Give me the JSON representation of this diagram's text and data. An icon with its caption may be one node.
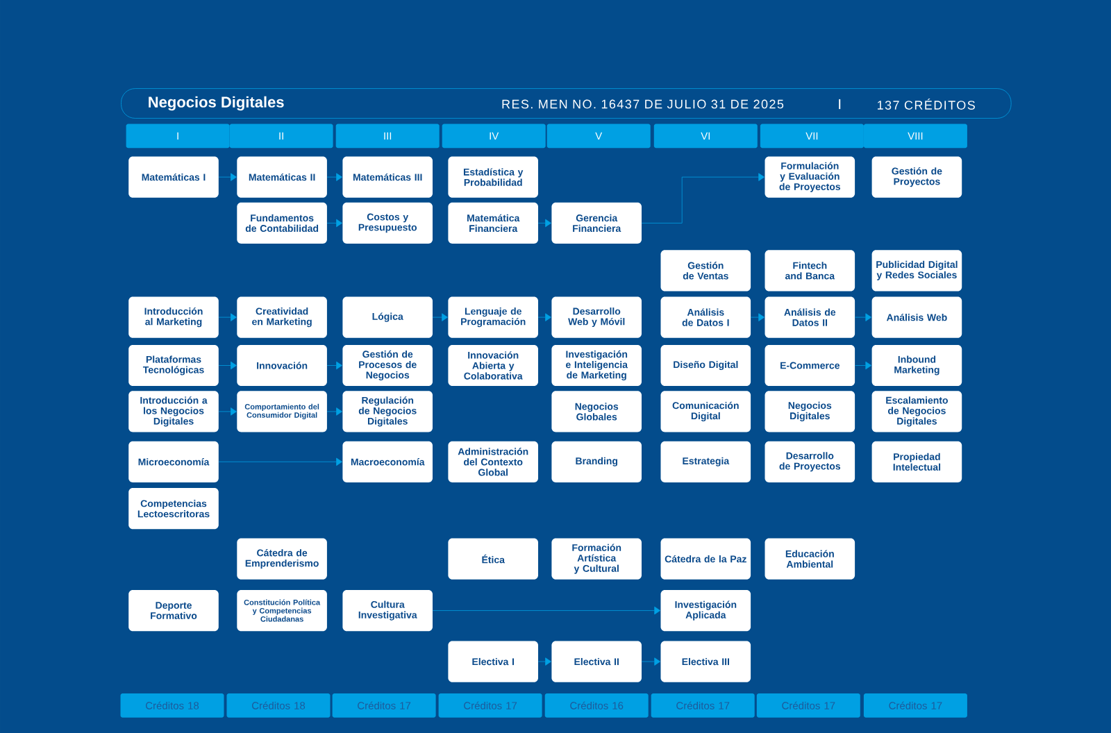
{
  "diagram": {
    "title": "Negocios Digitales",
    "nodes": [
      {
        "text": [
          "I"
        ]
      },
      {
        "text": [
          "II"
        ]
      },
      {
        "text": [
          "III"
        ]
      },
      {
        "text": [
          "IV"
        ]
      },
      {
        "text": [
          "V"
        ]
      },
      {
        "text": [
          "VI"
        ]
      },
      {
        "text": [
          "VII"
        ]
      },
      {
        "text": [
          "VIII"
        ]
      },
      {
        "text": [
          "Matemáticas I"
        ]
      },
      {
        "text": [
          "Matemáticas II"
        ]
      },
      {
        "text": [
          "Matemáticas III"
        ]
      },
      {
        "text": [
          "Estadística y Probabilidad"
        ]
      },
      {
        "text": [
          "Formulación y Evaluación de Proyectos"
        ]
      },
      {
        "text": [
          "Gestión de Proyectos"
        ]
      },
      {
        "text": [
          "Fundamentos de Contabilidad"
        ]
      },
      {
        "text": [
          "Costos y Presupuesto"
        ]
      },
      {
        "text": [
          "Matemática Financiera"
        ]
      },
      {
        "text": [
          "Gerencia Financiera"
        ]
      },
      {
        "text": [
          "Gestión de Ventas"
        ]
      },
      {
        "text": [
          "Fintech and Banca"
        ]
      },
      {
        "text": [
          "Publicidad Digital y Redes Sociales"
        ]
      },
      {
        "text": [
          "Introducción al Marketing"
        ]
      },
      {
        "text": [
          "Creatividad en Marketing"
        ]
      },
      {
        "text": [
          "Lógica"
        ]
      },
      {
        "text": [
          "Lenguaje de Programación"
        ]
      },
      {
        "text": [
          "Desarrollo Web y Móvil"
        ]
      },
      {
        "text": [
          "Análisis de Datos I"
        ]
      },
      {
        "text": [
          "Análisis de Datos II"
        ]
      },
      {
        "text": [
          "Análisis Web"
        ]
      },
      {
        "text": [
          "Plataformas Tecnológicas"
        ]
      },
      {
        "text": [
          "Innovación"
        ]
      },
      {
        "text": [
          "Gestión de Procesos de Negocios"
        ]
      },
      {
        "text": [
          "Innovación Abierta y Colaborativa"
        ]
      },
      {
        "text": [
          "Investigación e Inteligencia de Marketing"
        ]
      },
      {
        "text": [
          "Diseño Digital"
        ]
      },
      {
        "text": [
          "E-Commerce"
        ]
      },
      {
        "text": [
          "Inbound Marketing"
        ]
      },
      {
        "text": [
          "Introducción a los Negocios Digitales"
        ]
      },
      {
        "text": [
          "Comportamiento del Consumidor Digital"
        ]
      },
      {
        "text": [
          "Regulación de Negocios Digitales"
        ]
      },
      {
        "text": [
          "Negocios Globales"
        ]
      },
      {
        "text": [
          "Comunicación Digital"
        ]
      },
      {
        "text": [
          "Negocios Digitales"
        ]
      },
      {
        "text": [
          "Escalamiento de Negocios Digitales"
        ]
      },
      {
        "text": [
          "Microeconomía"
        ]
      },
      {
        "text": [
          "Macroeconomía"
        ]
      },
      {
        "text": [
          "Administración del Contexto Global"
        ]
      },
      {
        "text": [
          "Branding"
        ]
      },
      {
        "text": [
          "Estrategia"
        ]
      },
      {
        "text": [
          "Desarrollo de Proyectos"
        ]
      },
      {
        "text": [
          "Propiedad Intelectual"
        ]
      },
      {
        "text": [
          "Competencias Lectoescritoras"
        ]
      },
      {
        "text": [
          "Cátedra de Emprenderismo"
        ]
      },
      {
        "text": [
          "Ética"
        ]
      },
      {
        "text": [
          "Formación Artística y Cultural"
        ]
      },
      {
        "text": [
          "Cátedra de la Paz"
        ]
      },
      {
        "text": [
          "Educación Ambiental"
        ]
      },
      {
        "text": [
          "Deporte Formativo"
        ]
      },
      {
        "text": [
          "Constitución Política y Competencias Ciudadanas"
        ]
      },
      {
        "text": [
          "Cultura Investigativa"
        ]
      },
      {
        "text": [
          "Investigación Aplicada"
        ]
      },
      {
        "text": [
          "Electiva I"
        ]
      },
      {
        "text": [
          "Electiva II"
        ]
      },
      {
        "text": [
          "Electiva III"
        ]
      },
      {
        "text": [
          "Créditos 18"
        ]
      },
      {
        "text": [
          "Créditos 18"
        ]
      },
      {
        "text": [
          "Créditos 17"
        ]
      },
      {
        "text": [
          "Créditos 17"
        ]
      },
      {
        "text": [
          "Créditos 16"
        ]
      },
      {
        "text": [
          "Créditos 17"
        ]
      },
      {
        "text": [
          "Créditos 17"
        ]
      },
      {
        "text": [
          "Créditos 17"
        ]
      }
    ],
    "edges": [
      {
        "from": 8,
        "to": 9,
        "arrow": "to"
      },
      {
        "from": 9,
        "to": 10,
        "arrow": "to"
      },
      {
        "from": 14,
        "to": 15,
        "arrow": "to"
      },
      {
        "from": 16,
        "to": 17,
        "arrow": "to"
      },
      {
        "from": 17,
        "to": 12,
        "arrow": "to"
      },
      {
        "from": 21,
        "to": 22,
        "arrow": "to"
      },
      {
        "from": 23,
        "to": 24,
        "arrow": "to"
      },
      {
        "from": 24,
        "to": 25,
        "arrow": "to"
      },
      {
        "from": 26,
        "to": 27,
        "arrow": "to"
      },
      {
        "from": 27,
        "to": 28,
        "arrow": "to"
      },
      {
        "from": 29,
        "to": 30,
        "arrow": "to"
      },
      {
        "from": 30,
        "to": 31,
        "arrow": "to"
      },
      {
        "from": 35,
        "to": 36,
        "arrow": "to"
      },
      {
        "from": 37,
        "to": 38,
        "arrow": "to"
      },
      {
        "from": 38,
        "to": 39,
        "arrow": "to"
      },
      {
        "from": 44,
        "to": 45,
        "arrow": "to"
      },
      {
        "from": 59,
        "to": 60,
        "arrow": "to"
      },
      {
        "from": 61,
        "to": 62,
        "arrow": "to"
      },
      {
        "from": 62,
        "to": 63,
        "arrow": "to"
      }
    ],
    "labels": [
      "RES. MEN NO. 16437 DE JULIO 31 DE 2025",
      "137 CRÉDITOS"
    ]
  }
}
